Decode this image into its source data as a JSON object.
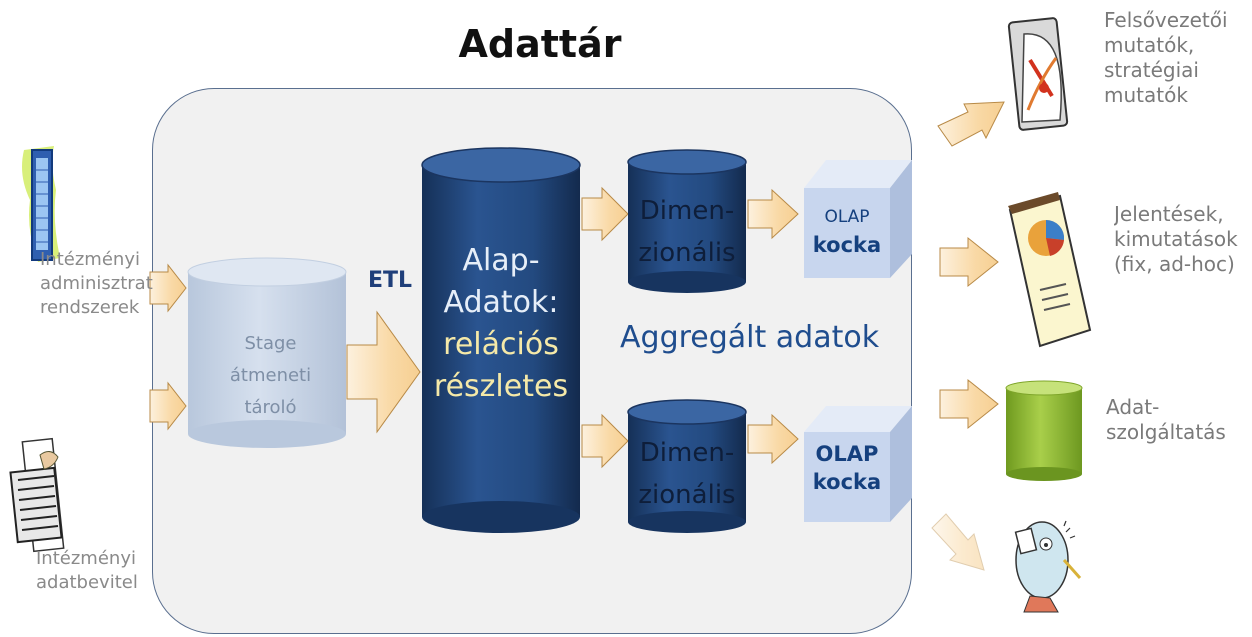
{
  "title": "Adattár",
  "sources": [
    {
      "label_lines": [
        "Intézményi",
        "adminisztrat",
        "rendszerek"
      ]
    },
    {
      "label_lines": [
        "Intézményi",
        "adatbevitel"
      ]
    }
  ],
  "stage": {
    "lines": [
      "Stage",
      "átmeneti",
      "tároló"
    ]
  },
  "etl_label": "ETL",
  "core": {
    "line1": "Alap-",
    "line2": "Adatok:",
    "line3": "relációs",
    "line4": "részletes"
  },
  "aggregated_label": "Aggregált adatok",
  "dimensional": [
    {
      "line1": "Dimen-",
      "line2": "zionális"
    },
    {
      "line1": "Dimen-",
      "line2": "zionális"
    }
  ],
  "olap": [
    {
      "line1": "OLAP",
      "line2": "kocka"
    },
    {
      "line1": "OLAP",
      "line2": "kocka"
    }
  ],
  "outputs": [
    {
      "lines": [
        "Felsővezetői",
        "mutatók,",
        "stratégiai",
        "mutatók"
      ],
      "icon": "gauge-icon"
    },
    {
      "lines": [
        "Jelentések,",
        "kimutatások",
        "(fix, ad-hoc)"
      ],
      "icon": "report-icon"
    },
    {
      "lines": [
        "Adat-",
        "szolgáltatás"
      ],
      "icon": "database-cylinder-icon"
    },
    {
      "lines": [],
      "icon": "analyst-figure-icon"
    }
  ],
  "colors": {
    "panel_bg": "#f1f1f1",
    "panel_border": "#5a6f8f",
    "cylinder_dark": "#1e3d6e",
    "stage_fill": "#c7d3e4",
    "olap_cube": "#c8d6ee",
    "arrow_fill": "#fbe3bd",
    "data_service_green": "#9cc23f"
  }
}
